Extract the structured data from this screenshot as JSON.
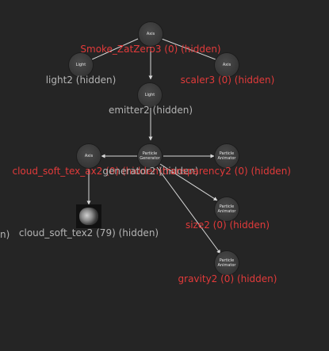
{
  "nodes": {
    "smoke": {
      "type": "Axis",
      "label": "Smoke_ZatZero3 (0) (hidden)",
      "label_color": "#e23a3a"
    },
    "light2": {
      "type": "Light",
      "label": "light2 (hidden)",
      "label_color": "#b4b4b4"
    },
    "scaler3": {
      "type": "Axis",
      "label": "scaler3 (0) (hidden)",
      "label_color": "#e23a3a"
    },
    "emitter2": {
      "type": "Light",
      "label": "emitter2 (hidden)",
      "label_color": "#b4b4b4"
    },
    "cloud_axis": {
      "type": "Axis",
      "label": "cloud_soft_tex_ax2 (0) (hidden)",
      "label_color": "#e23a3a"
    },
    "generator2": {
      "type": "Particle\nGenerator",
      "label": "generator2 (hidden)",
      "label_color": "#b4b4b4"
    },
    "transparency2": {
      "type": "Particle\nAnimator",
      "label": "transparency2 (0) (hidden)",
      "label_color": "#e23a3a"
    },
    "size2": {
      "type": "Particle\nAnimator",
      "label": "size2 (0) (hidden)",
      "label_color": "#e23a3a"
    },
    "gravity2": {
      "type": "Particle\nAnimator",
      "label": "gravity2 (0) (hidden)",
      "label_color": "#e23a3a"
    },
    "cloud_tex": {
      "type": "texture",
      "label": "cloud_soft_tex2 (79) (hidden)",
      "label_color": "#b4b4b4"
    }
  },
  "clipped_text": "n)",
  "edge_color": "#d8d8d8"
}
